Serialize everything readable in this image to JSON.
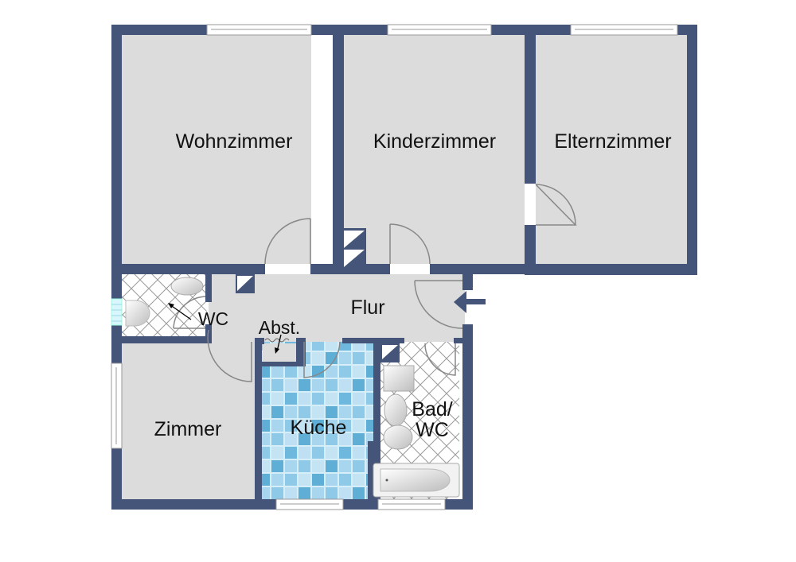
{
  "plan": {
    "type": "floor-plan",
    "colors": {
      "wall": "#45557a",
      "floor": "#dcdcdc",
      "tile_light": "#bfe0f2",
      "tile_mid": "#8ecae8",
      "tile_dark": "#5eaed6",
      "window": "#ffffff",
      "door_arc": "#888888",
      "text": "#111111"
    },
    "rooms": [
      {
        "id": "wohnzimmer",
        "label": "Wohnzimmer"
      },
      {
        "id": "kinderzimmer",
        "label": "Kinderzimmer"
      },
      {
        "id": "elternzimmer",
        "label": "Elternzimmer"
      },
      {
        "id": "wc",
        "label": "WC"
      },
      {
        "id": "abstellraum",
        "label": "Abst."
      },
      {
        "id": "flur",
        "label": "Flur"
      },
      {
        "id": "zimmer",
        "label": "Zimmer"
      },
      {
        "id": "kueche",
        "label": "Küche"
      },
      {
        "id": "bad",
        "label_line1": "Bad/",
        "label_line2": "WC"
      }
    ],
    "fixtures": [
      "toilet-icon",
      "washbasin-icon",
      "bathtub-icon",
      "chimney-shaft-icon",
      "entrance-arrow-icon"
    ]
  }
}
